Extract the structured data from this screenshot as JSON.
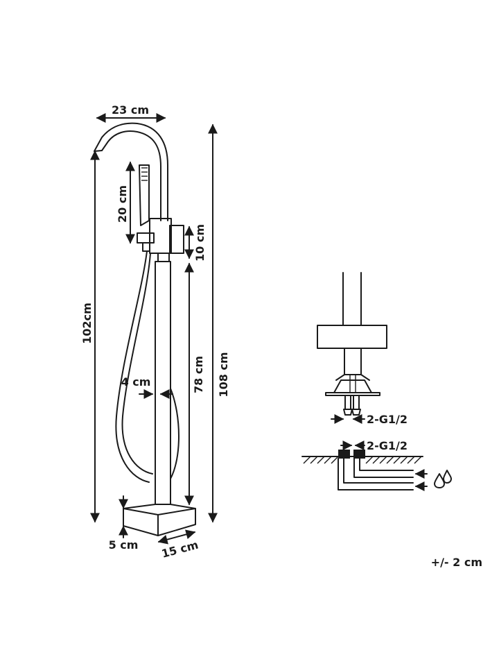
{
  "dimensions": {
    "spout_reach": "23 cm",
    "hand_shower_length": "20 cm",
    "mixer_height": "10 cm",
    "spout_height": "102cm",
    "pipe_height": "78 cm",
    "total_height": "108 cm",
    "pipe_diameter": "4 cm",
    "base_height": "5 cm",
    "base_width": "15 cm"
  },
  "connection": {
    "thread_upper": "2-G1/2",
    "thread_lower": "2-G1/2"
  },
  "icons": {
    "water": "water-drops-icon"
  },
  "tolerance": "+/- 2 cm"
}
